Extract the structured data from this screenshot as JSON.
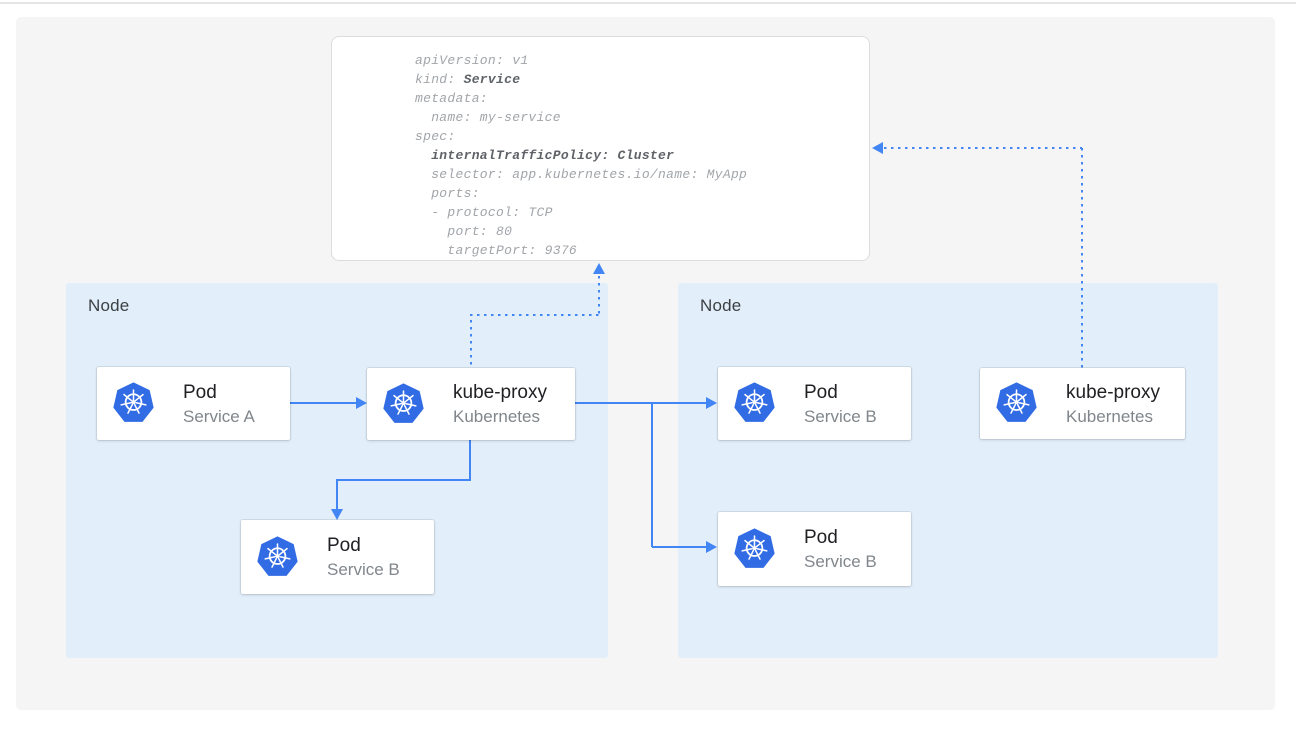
{
  "colors": {
    "arrow_blue": "#4285F4",
    "kubernetes_icon_blue": "#326CE5",
    "node_fill": "#E2EFFB",
    "panel_fill": "#F5F5F5"
  },
  "yaml": {
    "lines": [
      [
        {
          "t": "apiVersion: v1"
        }
      ],
      [
        {
          "t": "kind: "
        },
        {
          "t": "Service",
          "b": 1
        }
      ],
      [
        {
          "t": "metadata:"
        }
      ],
      [
        {
          "t": "  name: my-service"
        }
      ],
      [
        {
          "t": "spec:"
        }
      ],
      [
        {
          "t": "  "
        },
        {
          "t": "internalTrafficPolicy: Cluster",
          "b": 1
        }
      ],
      [
        {
          "t": "  selector: app.kubernetes.io/name: MyApp"
        }
      ],
      [
        {
          "t": "  ports:"
        }
      ],
      [
        {
          "t": "  - protocol: TCP"
        }
      ],
      [
        {
          "t": "    port: 80"
        }
      ],
      [
        {
          "t": "    targetPort: 9376"
        }
      ]
    ]
  },
  "nodes": {
    "left": {
      "label": "Node"
    },
    "right": {
      "label": "Node"
    }
  },
  "cards": {
    "pod_a": {
      "title": "Pod",
      "subtitle": "Service A"
    },
    "kube_proxy_left": {
      "title": "kube-proxy",
      "subtitle": "Kubernetes"
    },
    "pod_b_left": {
      "title": "Pod",
      "subtitle": "Service B"
    },
    "pod_b_right_top": {
      "title": "Pod",
      "subtitle": "Service B"
    },
    "pod_b_right_bottom": {
      "title": "Pod",
      "subtitle": "Service B"
    },
    "kube_proxy_right": {
      "title": "kube-proxy",
      "subtitle": "Kubernetes"
    }
  }
}
